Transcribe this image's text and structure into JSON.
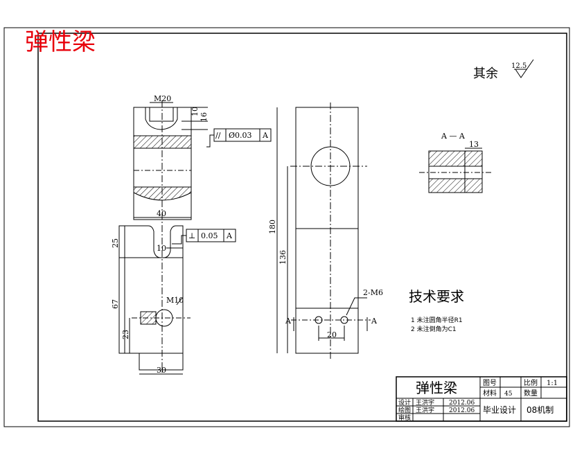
{
  "sheet_title": "弹性梁",
  "roughness": {
    "label": "其余",
    "value": "12.5"
  },
  "technical_requirements": {
    "heading": "技术要求",
    "items": [
      "1 未注圆角半径R1",
      "2 未注倒角为C1"
    ]
  },
  "front_view": {
    "dims": {
      "thread_top": "M20",
      "depth_inner": "10",
      "depth_outer": "16",
      "width": "40",
      "neck_height": "25",
      "neck_gap": "10",
      "lower_height": "67",
      "lower_thread": "M10",
      "hole_offset": "23",
      "base_width": "30"
    },
    "tolerances": [
      {
        "symbol": "//",
        "value": "Ø0.03",
        "datum": "A"
      },
      {
        "symbol": "⊥",
        "value": "0.05",
        "datum": "A"
      }
    ]
  },
  "side_view": {
    "dims": {
      "total_height": "180",
      "hole_height": "136",
      "hole_spacing": "20",
      "holes": "2-M6"
    },
    "section_marks": [
      "A",
      "A"
    ]
  },
  "section_view": {
    "label": "A — A",
    "dim": "13"
  },
  "title_block": {
    "part_name": "弹性梁",
    "drawing_no_label": "图号",
    "scale_label": "比例",
    "scale_value": "1:1",
    "material_label": "材料",
    "material_value": "45",
    "quantity_label": "数量",
    "roles": [
      {
        "role": "设计",
        "name": "王洪宇",
        "date": "2012.06"
      },
      {
        "role": "绘图",
        "name": "王洪宇",
        "date": "2012.06"
      },
      {
        "role": "审核",
        "name": "",
        "date": ""
      }
    ],
    "project": "毕业设计",
    "class": "08机制"
  }
}
